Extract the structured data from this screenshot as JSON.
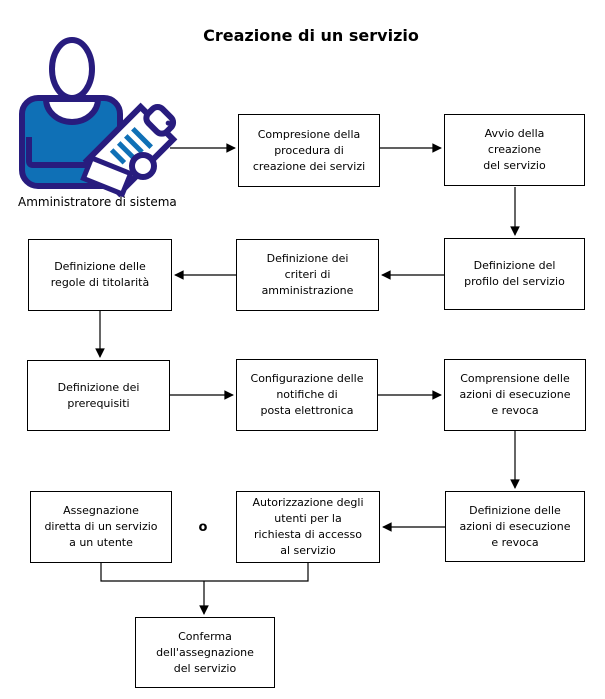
{
  "title": "Creazione di un servizio",
  "actor": {
    "label": "Amministratore di sistema",
    "icon": "administrator-with-clipboard-icon"
  },
  "or_label": "o",
  "colors": {
    "background": "#ffffff",
    "text": "#000000",
    "node_border": "#000000",
    "connector": "#000000",
    "icon_outline": "#281c7e",
    "icon_fill": "#0f70b6"
  },
  "nodes": [
    {
      "id": "comprensione-procedura",
      "label": "Compresione della\nprocedura di\ncreazione dei servizi"
    },
    {
      "id": "avvio-creazione",
      "label": "Avvio della\ncreazione\ndel servizio"
    },
    {
      "id": "definizione-profilo",
      "label": "Definizione del\nprofilo del servizio"
    },
    {
      "id": "definizione-criteri",
      "label": "Definizione dei\ncriteri di\namministrazione"
    },
    {
      "id": "definizione-regole",
      "label": "Definizione delle\nregole di titolarità"
    },
    {
      "id": "definizione-prerequisiti",
      "label": "Definizione dei\nprerequisiti"
    },
    {
      "id": "configurazione-notifiche",
      "label": "Configurazione delle\nnotifiche di\nposta elettronica"
    },
    {
      "id": "comprensione-azioni",
      "label": "Comprensione delle\nazioni di esecuzione\ne revoca"
    },
    {
      "id": "definizione-azioni",
      "label": "Definizione delle\nazioni di esecuzione\ne revoca"
    },
    {
      "id": "autorizzazione-utenti",
      "label": "Autorizzazione degli\nutenti per la\nrichiesta di accesso\nal servizio"
    },
    {
      "id": "assegnazione-diretta",
      "label": "Assegnazione\ndiretta di un servizio\na un utente"
    },
    {
      "id": "conferma-assegnazione",
      "label": "Conferma\ndell'assegnazione\ndel servizio"
    }
  ]
}
